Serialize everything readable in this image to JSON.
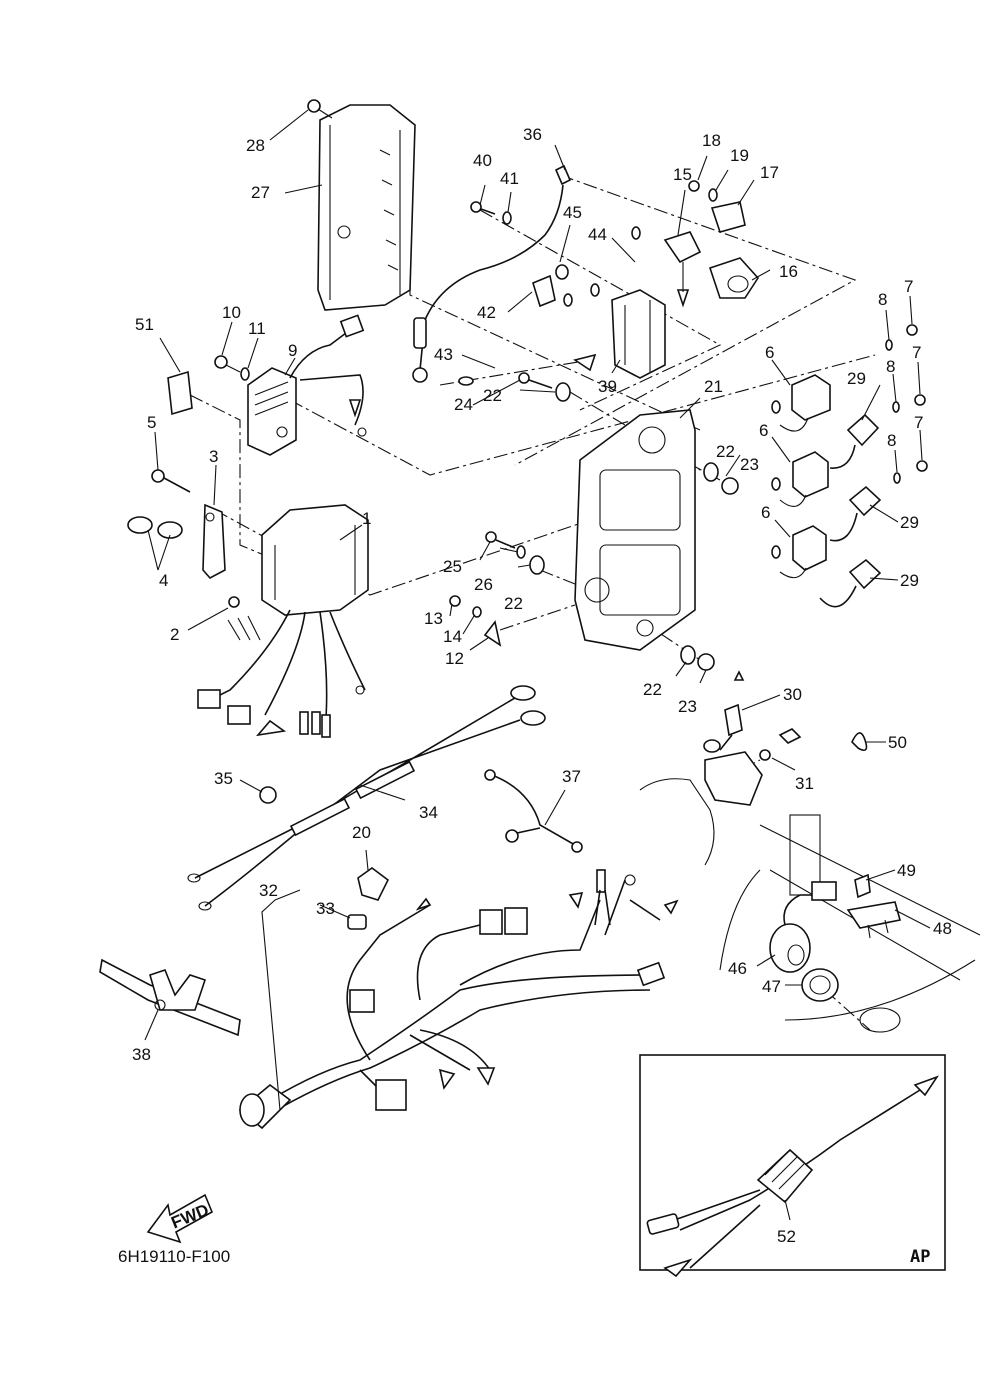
{
  "drawing_code": "6H19110-F100",
  "inset_label": "AP",
  "fwd_label": "FWD",
  "callouts": [
    "1",
    "2",
    "3",
    "4",
    "5",
    "6",
    "6",
    "6",
    "7",
    "7",
    "7",
    "8",
    "8",
    "8",
    "9",
    "10",
    "11",
    "12",
    "13",
    "14",
    "15",
    "16",
    "17",
    "18",
    "19",
    "20",
    "21",
    "22",
    "22",
    "22",
    "22",
    "23",
    "23",
    "24",
    "25",
    "26",
    "27",
    "28",
    "29",
    "29",
    "29",
    "30",
    "31",
    "32",
    "33",
    "34",
    "35",
    "36",
    "37",
    "38",
    "39",
    "40",
    "41",
    "42",
    "43",
    "44",
    "45",
    "46",
    "47",
    "48",
    "49",
    "50",
    "51",
    "52"
  ]
}
